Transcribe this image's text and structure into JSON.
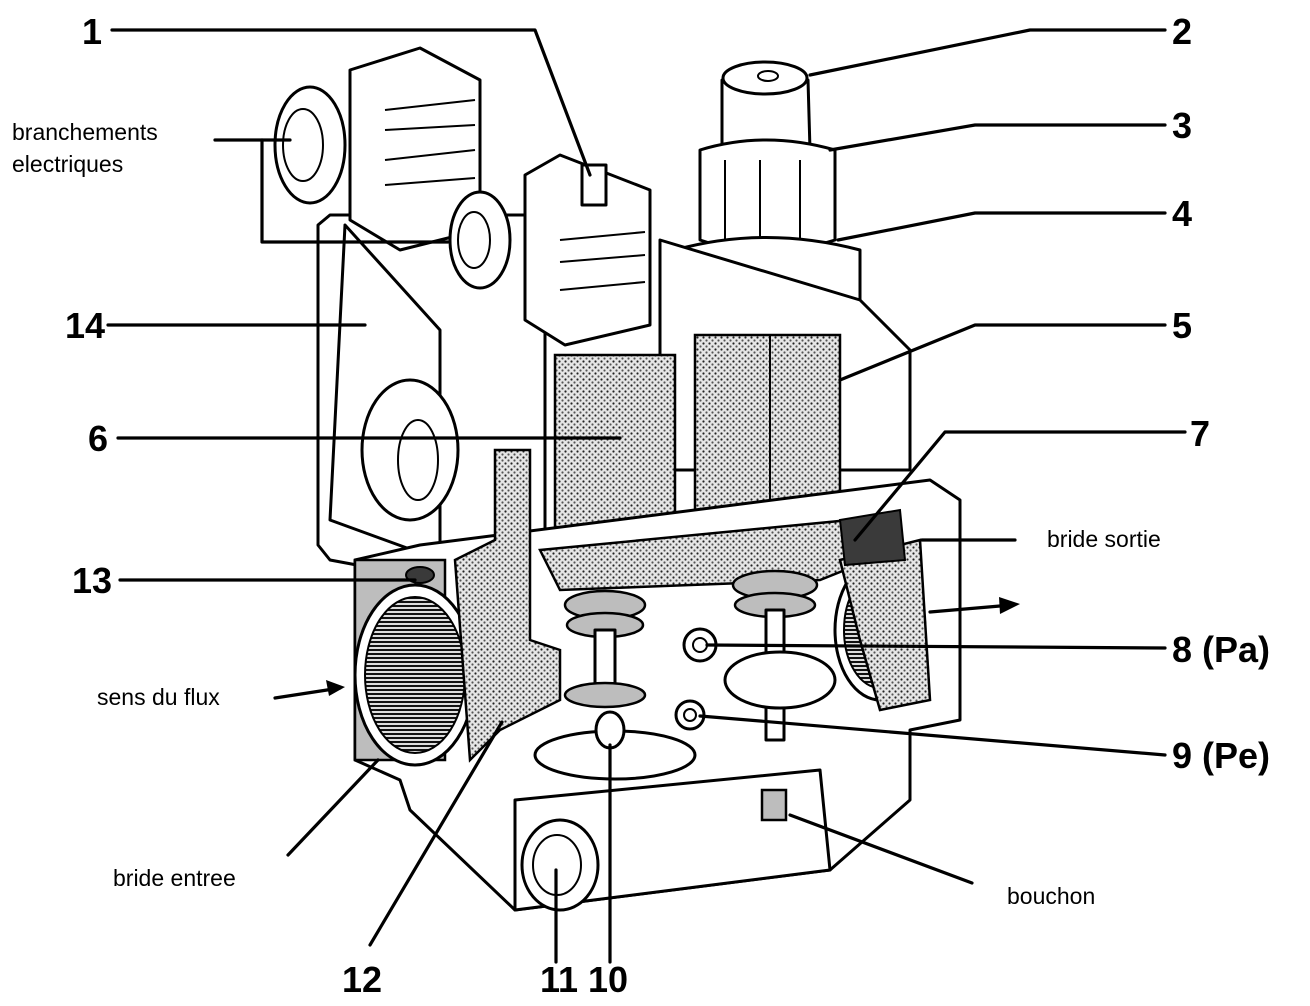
{
  "callouts": {
    "c1": "1",
    "c2": "2",
    "c3": "3",
    "c4": "4",
    "c5": "5",
    "c6": "6",
    "c7": "7",
    "c8": "8 (Pa)",
    "c9": "9 (Pe)",
    "c10": "10",
    "c11": "11",
    "c12": "12",
    "c13": "13",
    "c14": "14"
  },
  "labels": {
    "branchements_1": "branchements",
    "branchements_2": "electriques",
    "bride_sortie": "bride sortie",
    "sens_du_flux": "sens du flux",
    "bride_entree": "bride entree",
    "bouchon": "bouchon"
  }
}
